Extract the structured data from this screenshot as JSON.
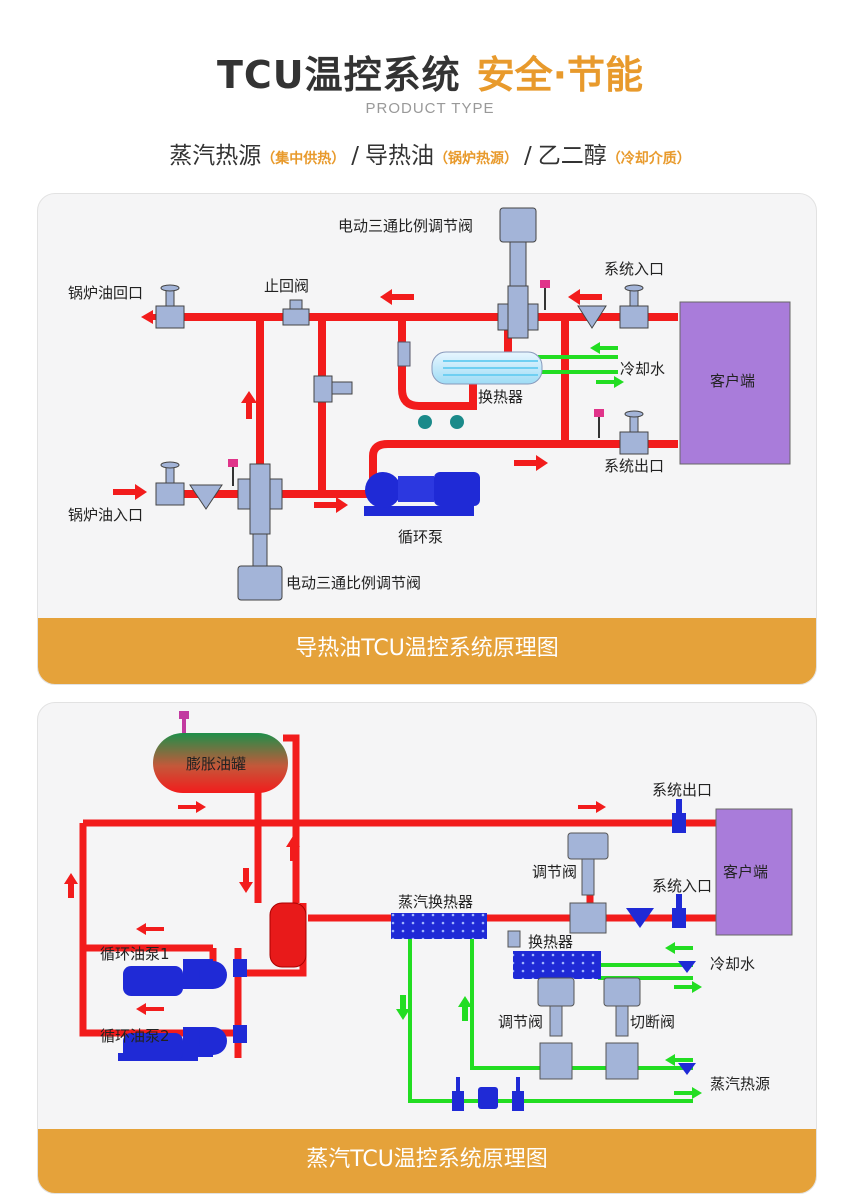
{
  "header": {
    "title": "TCU温控系统",
    "title_accent": "安全·节能",
    "subtitle": "PRODUCT TYPE",
    "types": [
      {
        "name": "蒸汽热源",
        "note": "（集中供热）",
        "sep": "/"
      },
      {
        "name": "导热油",
        "note": "（锅炉热源）",
        "sep": "/"
      },
      {
        "name": "乙二醇",
        "note": "（冷却介质）",
        "sep": ""
      }
    ]
  },
  "diagram1": {
    "caption": "导热油TCU温控系统原理图",
    "labels": {
      "valve_top": "电动三通比例调节阀",
      "valve_bottom": "电动三通比例调节阀",
      "check_valve": "止回阀",
      "boiler_return": "锅炉油回口",
      "boiler_inlet": "锅炉油入口",
      "system_in": "系统入口",
      "system_out": "系统出口",
      "cooling_water": "冷却水",
      "heat_exchanger": "换热器",
      "pump": "循环泵",
      "client": "客户端"
    }
  },
  "diagram2": {
    "caption": "蒸汽TCU温控系统原理图",
    "labels": {
      "tank": "膨胀油罐",
      "system_out": "系统出口",
      "system_in": "系统入口",
      "client": "客户端",
      "control_valve_1": "调节阀",
      "steam_exchanger": "蒸汽换热器",
      "heat_exchanger": "换热器",
      "cooling_water": "冷却水",
      "pump1": "循环油泵1",
      "pump2": "循环油泵2",
      "control_valve_2": "调节阀",
      "cutoff_valve": "切断阀",
      "steam_source": "蒸汽热源"
    }
  },
  "colors": {
    "pipe_hot": "#f21c1c",
    "pipe_green": "#22dd22",
    "valve": "#a3b4d8",
    "pump": "#1f2ad6",
    "client": "#a97cda",
    "accent": "#e89a2c",
    "caption_bg": "#e5a23a"
  }
}
